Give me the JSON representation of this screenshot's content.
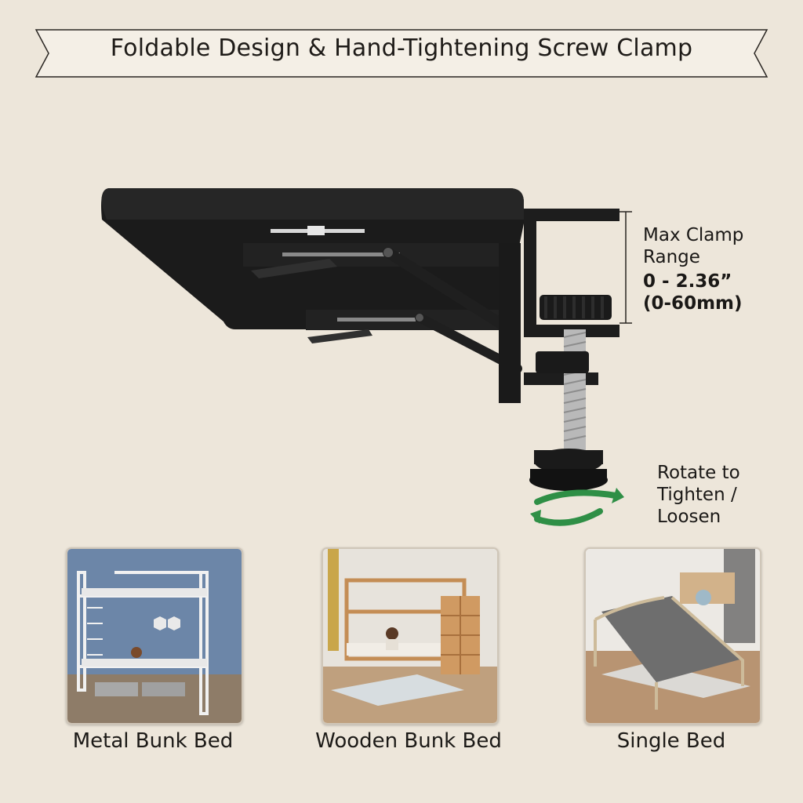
{
  "banner": {
    "title": "Foldable Design & Hand-Tightening Screw Clamp"
  },
  "product": {
    "clamp_range_label": [
      "Max Clamp",
      "Range"
    ],
    "clamp_range_value": [
      "0 - 2.36”",
      "(0-60mm)"
    ],
    "rotate_label": [
      "Rotate to",
      "Tighten /",
      "Loosen"
    ],
    "rotate_icon": "rotate-arrows-icon",
    "accent_color": "#2f8f46"
  },
  "beds": [
    {
      "name": "Metal Bunk Bed"
    },
    {
      "name": "Wooden Bunk Bed"
    },
    {
      "name": "Single Bed"
    }
  ]
}
